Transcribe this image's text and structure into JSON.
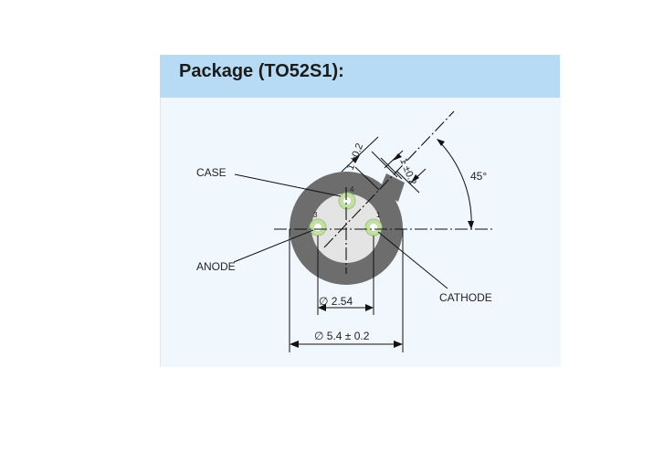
{
  "header": {
    "title": "Package (TO52S1):"
  },
  "labels": {
    "case": "CASE",
    "anode": "ANODE",
    "cathode": "CATHODE"
  },
  "dimensions": {
    "tab_width": "1 ±0.2",
    "tab_offset": "1 ±0.2",
    "angle": "45°",
    "pin_circle": "∅ 2.54",
    "outer_diameter": "∅ 5.4 ± 0.2"
  },
  "pins": {
    "pin1": "1",
    "pin3": "3",
    "pin4": "4"
  },
  "colors": {
    "header_band": "#b7dbf4",
    "panel_background": "#f1f8fd",
    "package_body": "#6d6d6d",
    "inner_disc": "#e4e4e4",
    "pin_ring": "#c4dfa6"
  }
}
